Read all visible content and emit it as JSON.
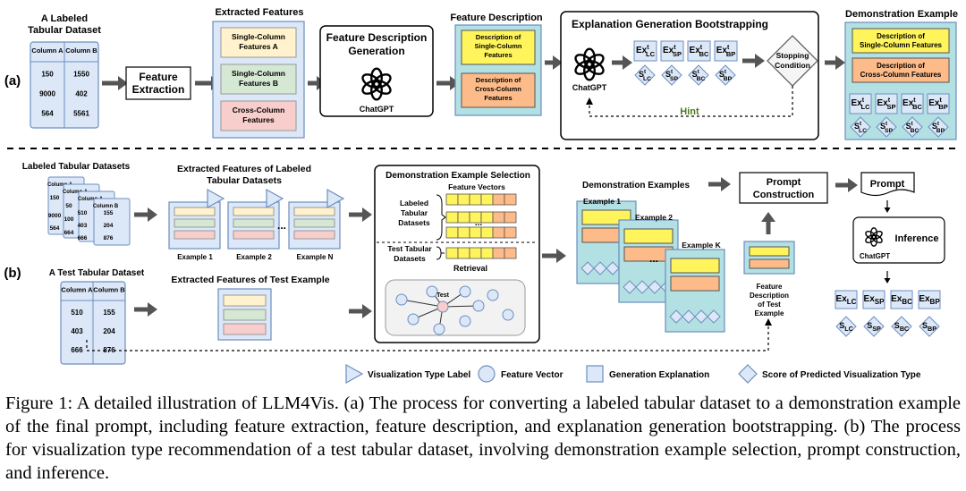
{
  "part_a": {
    "label": "(a)",
    "dataset": {
      "title_lines": [
        "A Labeled",
        "Tabular Dataset"
      ],
      "headers": [
        "Column A",
        "Column B"
      ],
      "rows": [
        [
          "150",
          "1550"
        ],
        [
          "9000",
          "402"
        ],
        [
          "564",
          "5561"
        ]
      ]
    },
    "feature_extraction_lines": [
      "Feature",
      "Extraction"
    ],
    "extracted_features": {
      "title": "Extracted Features",
      "items": [
        [
          "Single-Column",
          "Features A"
        ],
        [
          "Single-Column",
          "Features B"
        ],
        [
          "Cross-Column",
          "Features"
        ]
      ]
    },
    "description_generation": {
      "title_lines": [
        "Feature Description",
        "Generation"
      ],
      "logo_label": "ChatGPT"
    },
    "feature_description": {
      "title": "Feature Description",
      "items": [
        [
          "Description of",
          "Single-Column",
          "Features"
        ],
        [
          "Description of",
          "Cross-Column",
          "Features"
        ]
      ]
    },
    "bootstrapping": {
      "title": "Explanation Generation Bootstrapping",
      "logo_label": "ChatGPT",
      "explanations": [
        {
          "base": "Ex",
          "sup": "t",
          "sub": "LC"
        },
        {
          "base": "Ex",
          "sup": "t",
          "sub": "SP"
        },
        {
          "base": "Ex",
          "sup": "t",
          "sub": "BC"
        },
        {
          "base": "Ex",
          "sup": "t",
          "sub": "BP"
        }
      ],
      "scores": [
        {
          "base": "S",
          "sup": "t",
          "sub": "LC"
        },
        {
          "base": "S",
          "sup": "t",
          "sub": "SP"
        },
        {
          "base": "S",
          "sup": "t",
          "sub": "BC"
        },
        {
          "base": "S",
          "sup": "t",
          "sub": "BP"
        }
      ],
      "stopping_lines": [
        "Stopping",
        "Condition"
      ],
      "hint": "Hint"
    },
    "demonstration_example": {
      "title": "Demonstration Example",
      "items": [
        [
          "Description of",
          "Single-Column Features"
        ],
        [
          "Description of",
          "Cross-Column Features"
        ]
      ],
      "explanations": [
        {
          "base": "Ex",
          "sup": "t",
          "sub": "LC"
        },
        {
          "base": "Ex",
          "sup": "t",
          "sub": "SP"
        },
        {
          "base": "Ex",
          "sup": "t",
          "sub": "BC"
        },
        {
          "base": "Ex",
          "sup": "t",
          "sub": "BP"
        }
      ],
      "scores": [
        {
          "base": "S",
          "sup": "t",
          "sub": "LC"
        },
        {
          "base": "S",
          "sup": "t",
          "sub": "SP"
        },
        {
          "base": "S",
          "sup": "t",
          "sub": "BC"
        },
        {
          "base": "S",
          "sup": "t",
          "sub": "BP"
        }
      ]
    }
  },
  "part_b": {
    "label": "(b)",
    "labeled_datasets_title": "Labeled Tabular Datasets",
    "stack_cells": [
      "150",
      "9000",
      "564",
      "50",
      "100",
      "664",
      "510",
      "403",
      "666",
      "155",
      "204",
      "876"
    ],
    "stack_headers": [
      "Column A",
      "Column A",
      "Column A",
      "Column B"
    ],
    "extracted_labeled": {
      "title_lines": [
        "Extracted Features of Labeled",
        "Tabular Datasets"
      ],
      "examples": [
        "Example 1",
        "Example 2",
        "Example N"
      ],
      "ellipsis": "..."
    },
    "test_dataset": {
      "title": "A Test Tabular Dataset",
      "headers": [
        "Column A",
        "Column B"
      ],
      "rows": [
        [
          "510",
          "155"
        ],
        [
          "403",
          "204"
        ],
        [
          "666",
          "876"
        ]
      ]
    },
    "extracted_test_title": "Extracted Features of Test Example",
    "selection": {
      "title": "Demonstration Example Selection",
      "vectors_title": "Feature Vectors",
      "labeled_lines": [
        "Labeled",
        "Tabular",
        "Datasets"
      ],
      "test_lines": [
        "Test Tabular",
        "Datasets"
      ],
      "ellipsis": "...",
      "retrieval": "Retrieval",
      "test_node": "Test"
    },
    "demo_examples": {
      "title": "Demonstration Examples",
      "items": [
        "Example 1",
        "Example 2",
        "Example K"
      ],
      "ellipsis": "..."
    },
    "prompt_construction_lines": [
      "Prompt",
      "Construction"
    ],
    "prompt": "Prompt",
    "inference": {
      "label": "Inference",
      "logo_label": "ChatGPT"
    },
    "feature_desc_test_lines": [
      "Feature",
      "Description",
      "of Test",
      "Example"
    ],
    "outputs": {
      "explanations": [
        {
          "base": "Ex",
          "sub": "LC"
        },
        {
          "base": "Ex",
          "sub": "SP"
        },
        {
          "base": "Ex",
          "sub": "BC"
        },
        {
          "base": "Ex",
          "sub": "BP"
        }
      ],
      "scores": [
        {
          "base": "S",
          "sub": "LC"
        },
        {
          "base": "S",
          "sub": "SP"
        },
        {
          "base": "S",
          "sub": "BC"
        },
        {
          "base": "S",
          "sub": "BP"
        }
      ]
    }
  },
  "legend": [
    {
      "icon": "triangle-icon",
      "label": "Visualization Type Label"
    },
    {
      "icon": "circle-icon",
      "label": "Feature Vector"
    },
    {
      "icon": "square-icon",
      "label": "Generation Explanation"
    },
    {
      "icon": "diamond-icon",
      "label": "Score of Predicted Visualization Type"
    }
  ],
  "caption": "Figure 1:  A detailed illustration of LLM4Vis.  (a) The process for converting a labeled tabular dataset to a demonstration example of the final prompt, including feature extraction, feature description, and explanation generation bootstrapping. (b) The process for visualization type recommendation of a test tabular dataset, involving demonstration example selection, prompt construction, and inference.",
  "colors": {
    "blue_fill": "#dce8f8",
    "blue_stroke": "#6c8ebf",
    "teal_fill": "#b3e0e3",
    "yellow": "#fff2cc",
    "yellow_bright": "#fff45c",
    "green": "#d5e8d4",
    "red": "#f8cecc",
    "orange": "#fdbb8a",
    "gray": "#f5f5f5",
    "arrow": "#555555"
  }
}
